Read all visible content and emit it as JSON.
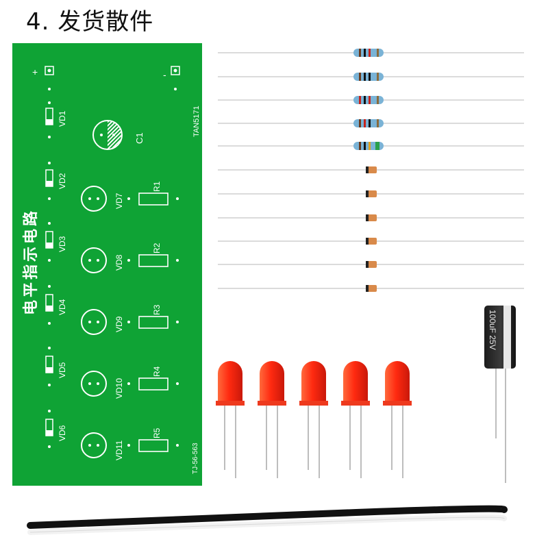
{
  "title": "4. 发货散件",
  "pcb": {
    "board_title": "电平指示电路",
    "model_code": "TAN5171",
    "board_code": "TJ-56-563",
    "plus": "+",
    "minus": "-",
    "cap_label": "C1",
    "left_leds": [
      "VD1",
      "VD2",
      "VD3",
      "VD4",
      "VD5",
      "VD6"
    ],
    "round_leds": [
      "VD7",
      "VD8",
      "VD9",
      "VD10",
      "VD11"
    ],
    "resistors": [
      "R1",
      "R2",
      "R3",
      "R4",
      "R5"
    ]
  },
  "parts": {
    "resistor_count": 5,
    "diode_count": 6,
    "led_count": 5,
    "capacitor_label": "100uF 25V",
    "pcb_color": "#0fa335",
    "led_color": "#e8321a"
  }
}
